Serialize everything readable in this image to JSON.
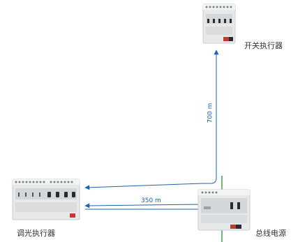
{
  "devices": {
    "switch_actuator": {
      "label": "开关执行器"
    },
    "dimmer_actuator": {
      "label": "调光执行器"
    },
    "bus_power_supply": {
      "label": "总线电源"
    }
  },
  "distances": {
    "vertical": "700 m",
    "horizontal": "350 m"
  },
  "colors": {
    "line": "#1a63b0",
    "bus_line": "#3aa64a",
    "device_body": "#e6e8ea"
  }
}
